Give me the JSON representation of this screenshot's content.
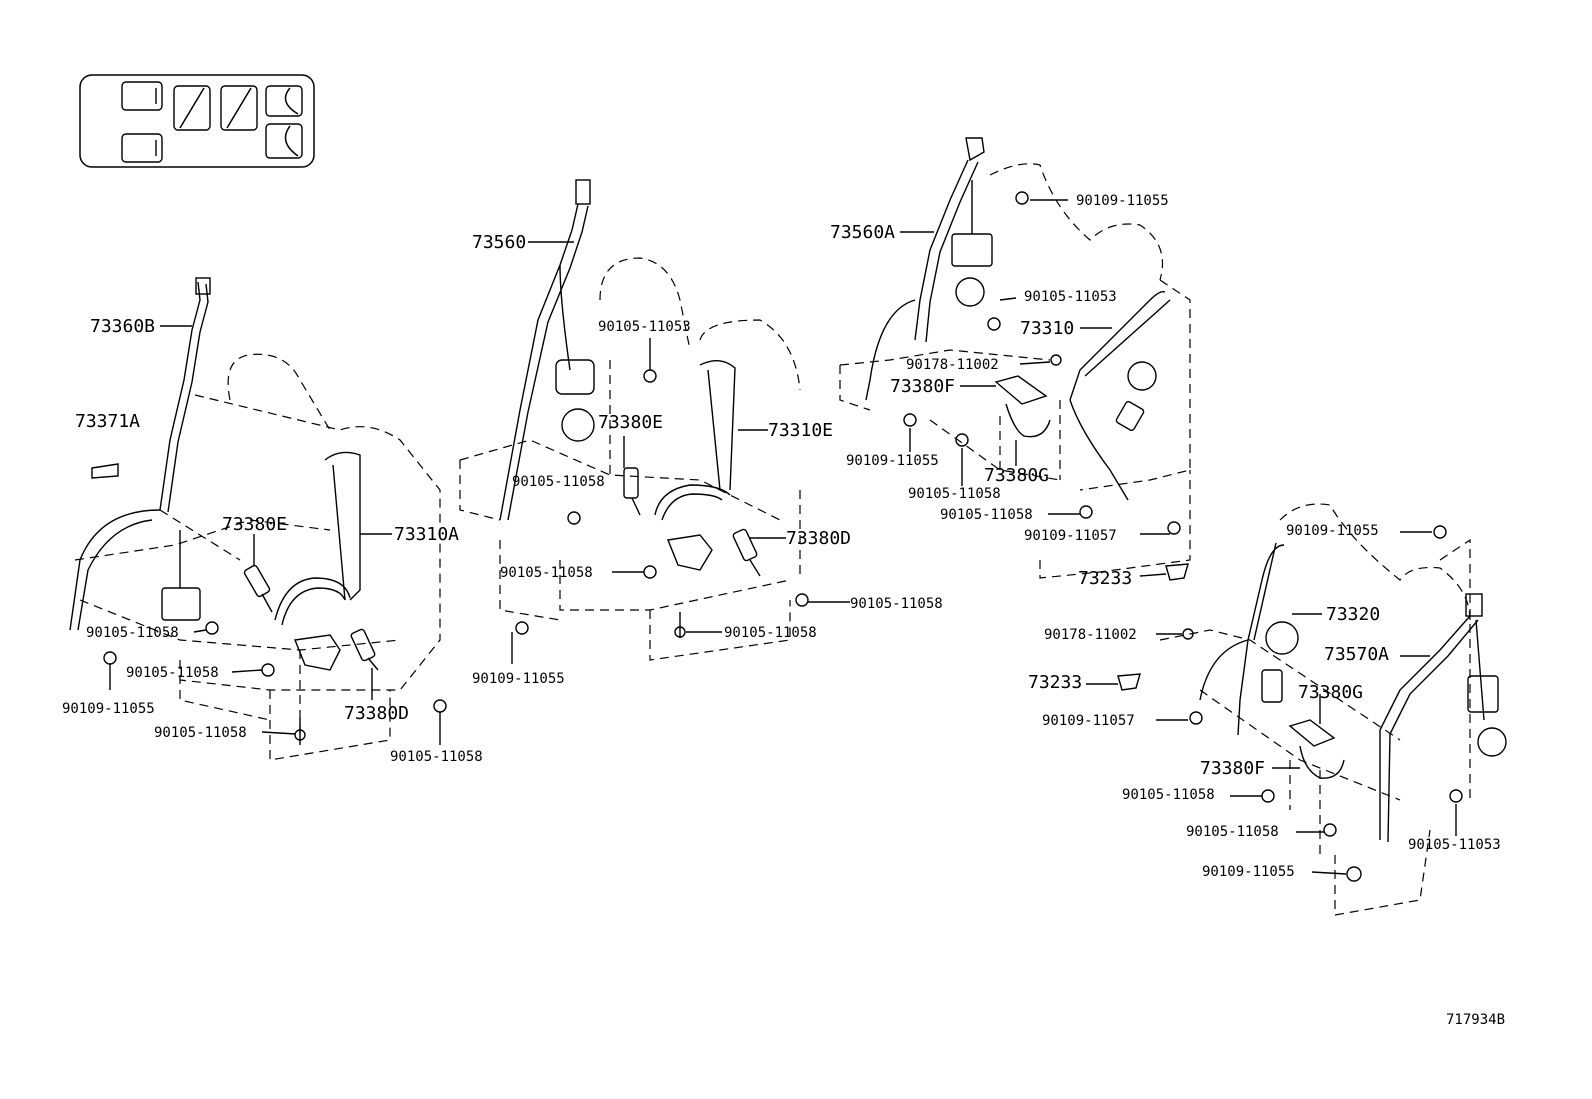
{
  "diagram_id": "717934B",
  "callouts": {
    "c73360B": "73360B",
    "c73371A": "73371A",
    "c73380E_1": "73380E",
    "c73310A": "73310A",
    "c73380D_1": "73380D",
    "c90105_11058_a": "90105-11058",
    "c90109_11055_a": "90109-11055",
    "c90105_11058_b": "90105-11058",
    "c90105_11058_c": "90105-11058",
    "c90105_11058_d": "90105-11058",
    "c73560": "73560",
    "c90105_11053_a": "90105-11053",
    "c73380E_2": "73380E",
    "c73310E": "73310E",
    "c90105_11058_e": "90105-11058",
    "c73380D_2": "73380D",
    "c90105_11058_f": "90105-11058",
    "c90105_11058_g": "90105-11058",
    "c90105_11058_h": "90105-11058",
    "c90109_11055_b": "90109-11055",
    "c73560A": "73560A",
    "c90109_11055_c": "90109-11055",
    "c90105_11053_b": "90105-11053",
    "c73310": "73310",
    "c90178_11002_a": "90178-11002",
    "c73380F_1": "73380F",
    "c90109_11055_d": "90109-11055",
    "c73380G_1": "73380G",
    "c90105_11058_i": "90105-11058",
    "c90105_11058_j": "90105-11058",
    "c90109_11057_a": "90109-11057",
    "c73233_a": "73233",
    "c90109_11055_e": "90109-11055",
    "c73320": "73320",
    "c90178_11002_b": "90178-11002",
    "c73570A": "73570A",
    "c73233_b": "73233",
    "c73380G_2": "73380G",
    "c90109_11057_b": "90109-11057",
    "c73380F_2": "73380F",
    "c90105_11058_k": "90105-11058",
    "c90105_11058_l": "90105-11058",
    "c90105_11053_c": "90105-11053",
    "c90109_11055_f": "90109-11055"
  }
}
